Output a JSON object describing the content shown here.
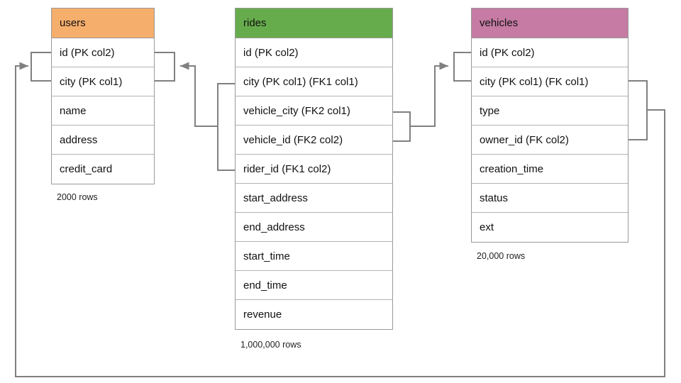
{
  "diagram": {
    "title": "Database schema relationship diagram",
    "background_color": "#ffffff",
    "edge_color": "#808080",
    "border_color": "#999999",
    "row_border_color": "#b3b3b3"
  },
  "tables": [
    {
      "name": "users",
      "header_label": "users",
      "header_color": "#F5AE6B",
      "row_count_label": "2000 rows",
      "columns": [
        {
          "label": "id (PK col2)"
        },
        {
          "label": "city (PK col1)"
        },
        {
          "label": "name"
        },
        {
          "label": "address"
        },
        {
          "label": "credit_card"
        }
      ]
    },
    {
      "name": "rides",
      "header_label": "rides",
      "header_color": "#67AC4C",
      "row_count_label": "1,000,000 rows",
      "columns": [
        {
          "label": "id (PK col2)"
        },
        {
          "label": "city (PK col1) (FK1 col1)"
        },
        {
          "label": "vehicle_city (FK2 col1)"
        },
        {
          "label": "vehicle_id (FK2 col2)"
        },
        {
          "label": "rider_id (FK1 col2)"
        },
        {
          "label": "start_address"
        },
        {
          "label": "end_address"
        },
        {
          "label": "start_time"
        },
        {
          "label": "end_time"
        },
        {
          "label": "revenue"
        }
      ]
    },
    {
      "name": "vehicles",
      "header_label": "vehicles",
      "header_color": "#C57BA3",
      "row_count_label": "20,000 rows",
      "columns": [
        {
          "label": "id (PK col2)"
        },
        {
          "label": "city (PK col1) (FK col1)"
        },
        {
          "label": "type"
        },
        {
          "label": "owner_id (FK col2)"
        },
        {
          "label": "creation_time"
        },
        {
          "label": "status"
        },
        {
          "label": "ext"
        }
      ]
    }
  ],
  "relationships": [
    {
      "name": "rides-fk1-to-users",
      "from_table": "rides",
      "from_columns": [
        "city (PK col1) (FK1 col1)",
        "rider_id (FK1 col2)"
      ],
      "to_table": "users",
      "to_columns": [
        "id (PK col2)",
        "city (PK col1)"
      ],
      "direction": "rides-to-users"
    },
    {
      "name": "rides-fk2-to-vehicles",
      "from_table": "rides",
      "from_columns": [
        "vehicle_city (FK2 col1)",
        "vehicle_id (FK2 col2)"
      ],
      "to_table": "vehicles",
      "to_columns": [
        "id (PK col2)",
        "city (PK col1) (FK col1)"
      ],
      "direction": "rides-to-vehicles"
    },
    {
      "name": "vehicles-fk-to-users",
      "from_table": "vehicles",
      "from_columns": [
        "city (PK col1) (FK col1)",
        "owner_id (FK col2)"
      ],
      "to_table": "users",
      "to_columns": [
        "id (PK col2)",
        "city (PK col1)"
      ],
      "direction": "vehicles-to-users"
    }
  ]
}
